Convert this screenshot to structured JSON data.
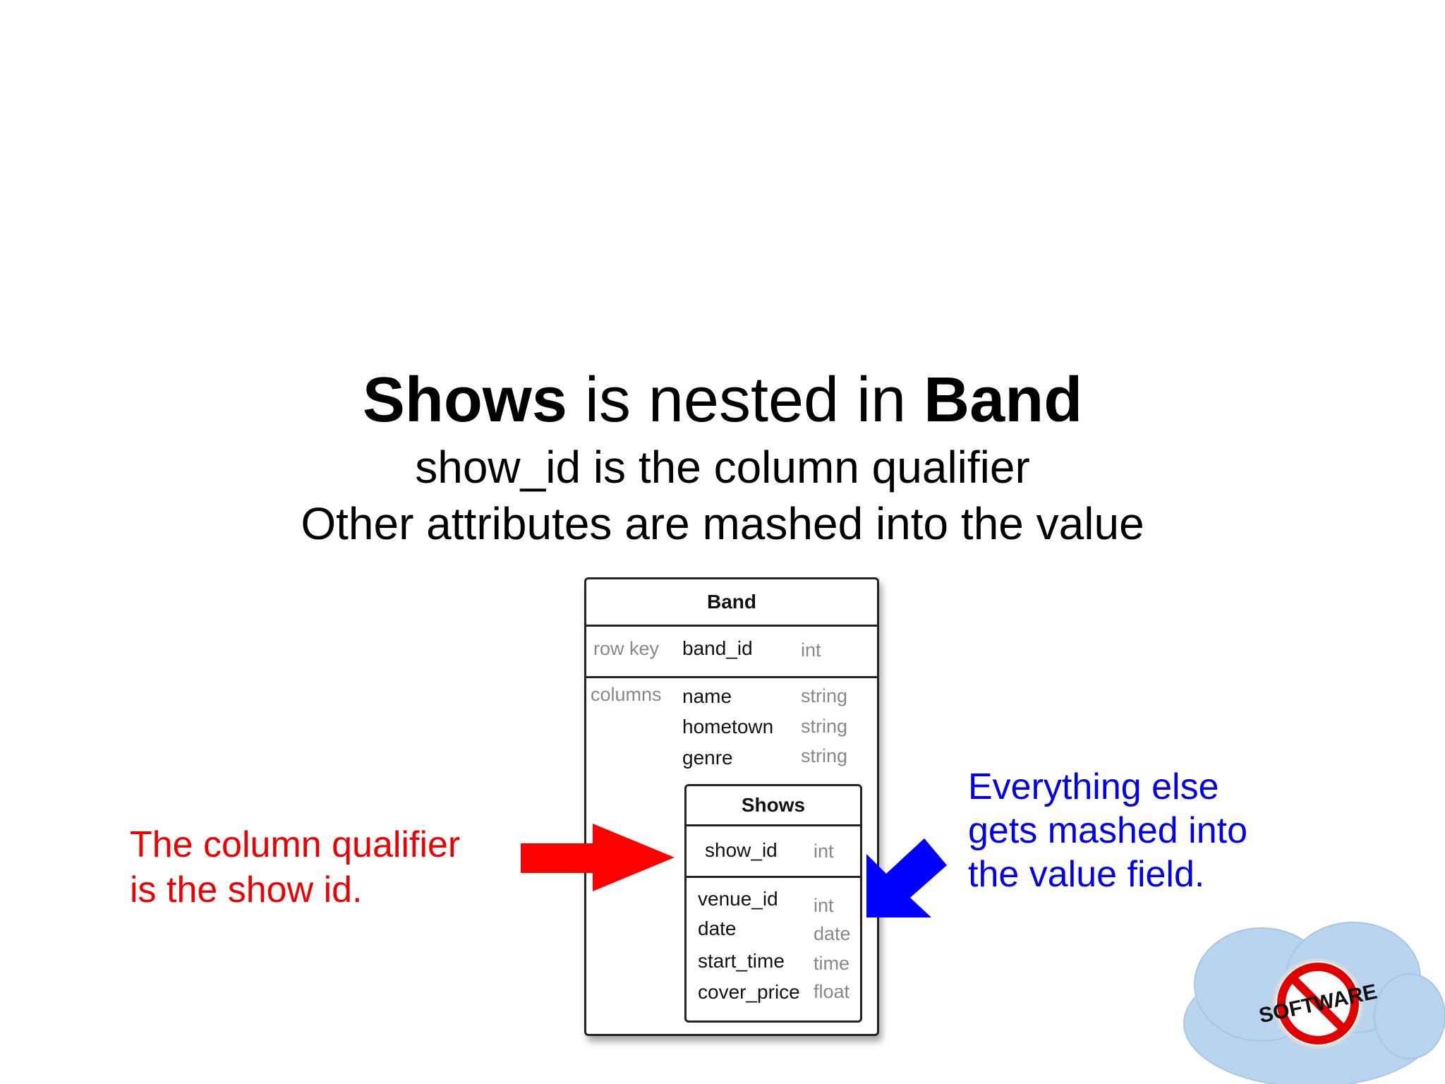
{
  "title": {
    "bold1": "Shows",
    "middle": " is nested in ",
    "bold2": "Band"
  },
  "subtitle_lines": [
    "show_id is the column qualifier",
    "Other attributes are mashed into the value"
  ],
  "band_table": {
    "name": "Band",
    "row_key": {
      "label": "row key",
      "field": "band_id",
      "type": "int"
    },
    "columns_label": "columns",
    "columns": [
      {
        "field": "name",
        "type": "string"
      },
      {
        "field": "hometown",
        "type": "string"
      },
      {
        "field": "genre",
        "type": "string"
      }
    ]
  },
  "shows_table": {
    "name": "Shows",
    "key": {
      "field": "show_id",
      "type": "int"
    },
    "fields": [
      {
        "field": "venue_id",
        "type": "int"
      },
      {
        "field": "date",
        "type": "date"
      },
      {
        "field": "start_time",
        "type": "time"
      },
      {
        "field": "cover_price",
        "type": "float"
      }
    ]
  },
  "annotations": {
    "red_lines": [
      "The column qualifier",
      "is the show id."
    ],
    "blue_lines": [
      "Everything else",
      "gets mashed into",
      "the value field."
    ]
  },
  "colors": {
    "red": "#ee0000",
    "blue": "#0000ee",
    "cloud": "#b8d4ef"
  },
  "logo": {
    "icon": "no-software-logo-icon",
    "text": "SOFTWARE"
  }
}
